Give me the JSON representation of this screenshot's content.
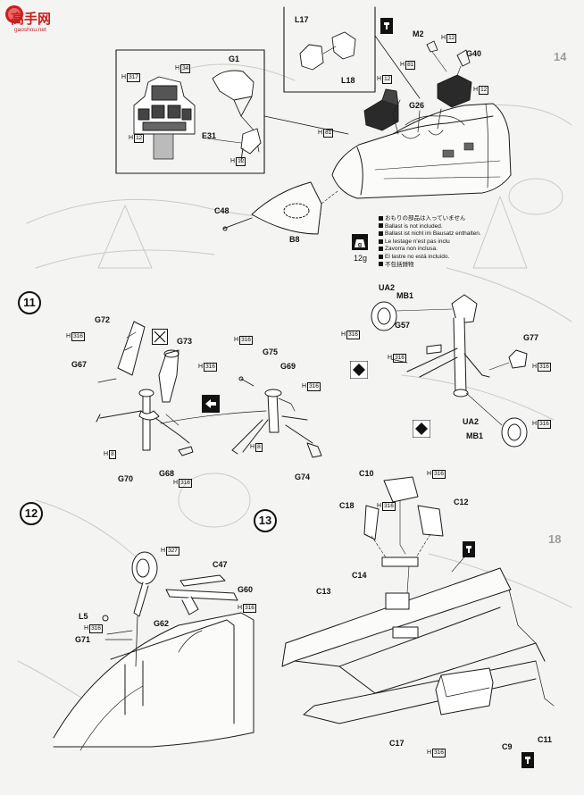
{
  "watermark": {
    "characters": "高手网",
    "url": "gaoshou.net"
  },
  "bleed_page_numbers": [
    "14",
    "18"
  ],
  "steps": [
    "11",
    "12",
    "13"
  ],
  "parts": {
    "L17": "L17",
    "L18": "L18",
    "M2": "M2",
    "G40": "G40",
    "G1": "G1",
    "E31": "E31",
    "G26": "G26",
    "C48": "C48",
    "B8": "B8",
    "UA2": "UA2",
    "MB1": "MB1",
    "G57": "G57",
    "G77": "G77",
    "G72": "G72",
    "G73": "G73",
    "G67": "G67",
    "G70": "G70",
    "G68": "G68",
    "G75": "G75",
    "G69": "G69",
    "G74": "G74",
    "C47": "C47",
    "G60": "G60",
    "L5": "L5",
    "G62": "G62",
    "G71": "G71",
    "C10": "C10",
    "C18": "C18",
    "C12": "C12",
    "C14": "C14",
    "C13": "C13",
    "C17": "C17",
    "C9": "C9",
    "C11": "C11"
  },
  "hardware": {
    "H12": "12",
    "H81": "81",
    "H34": "34",
    "H317": "317",
    "H316": "316",
    "H8": "8",
    "H327": "327"
  },
  "ballast_note": [
    "おもりの部品は入っていません",
    "Ballast is not included.",
    "Ballast ist nicht im Bausatz enthalten.",
    "Le lestage n'est pas inclu",
    "Zavorra non inclusa.",
    "El lastre no está incluido.",
    "不包括錘物"
  ],
  "ballast_weight": "12g",
  "icons": [
    "paint-color-mark-icon",
    "weight-icon",
    "diamond-mark-icon",
    "cross-out-box-icon",
    "direction-arrow-box-icon"
  ]
}
